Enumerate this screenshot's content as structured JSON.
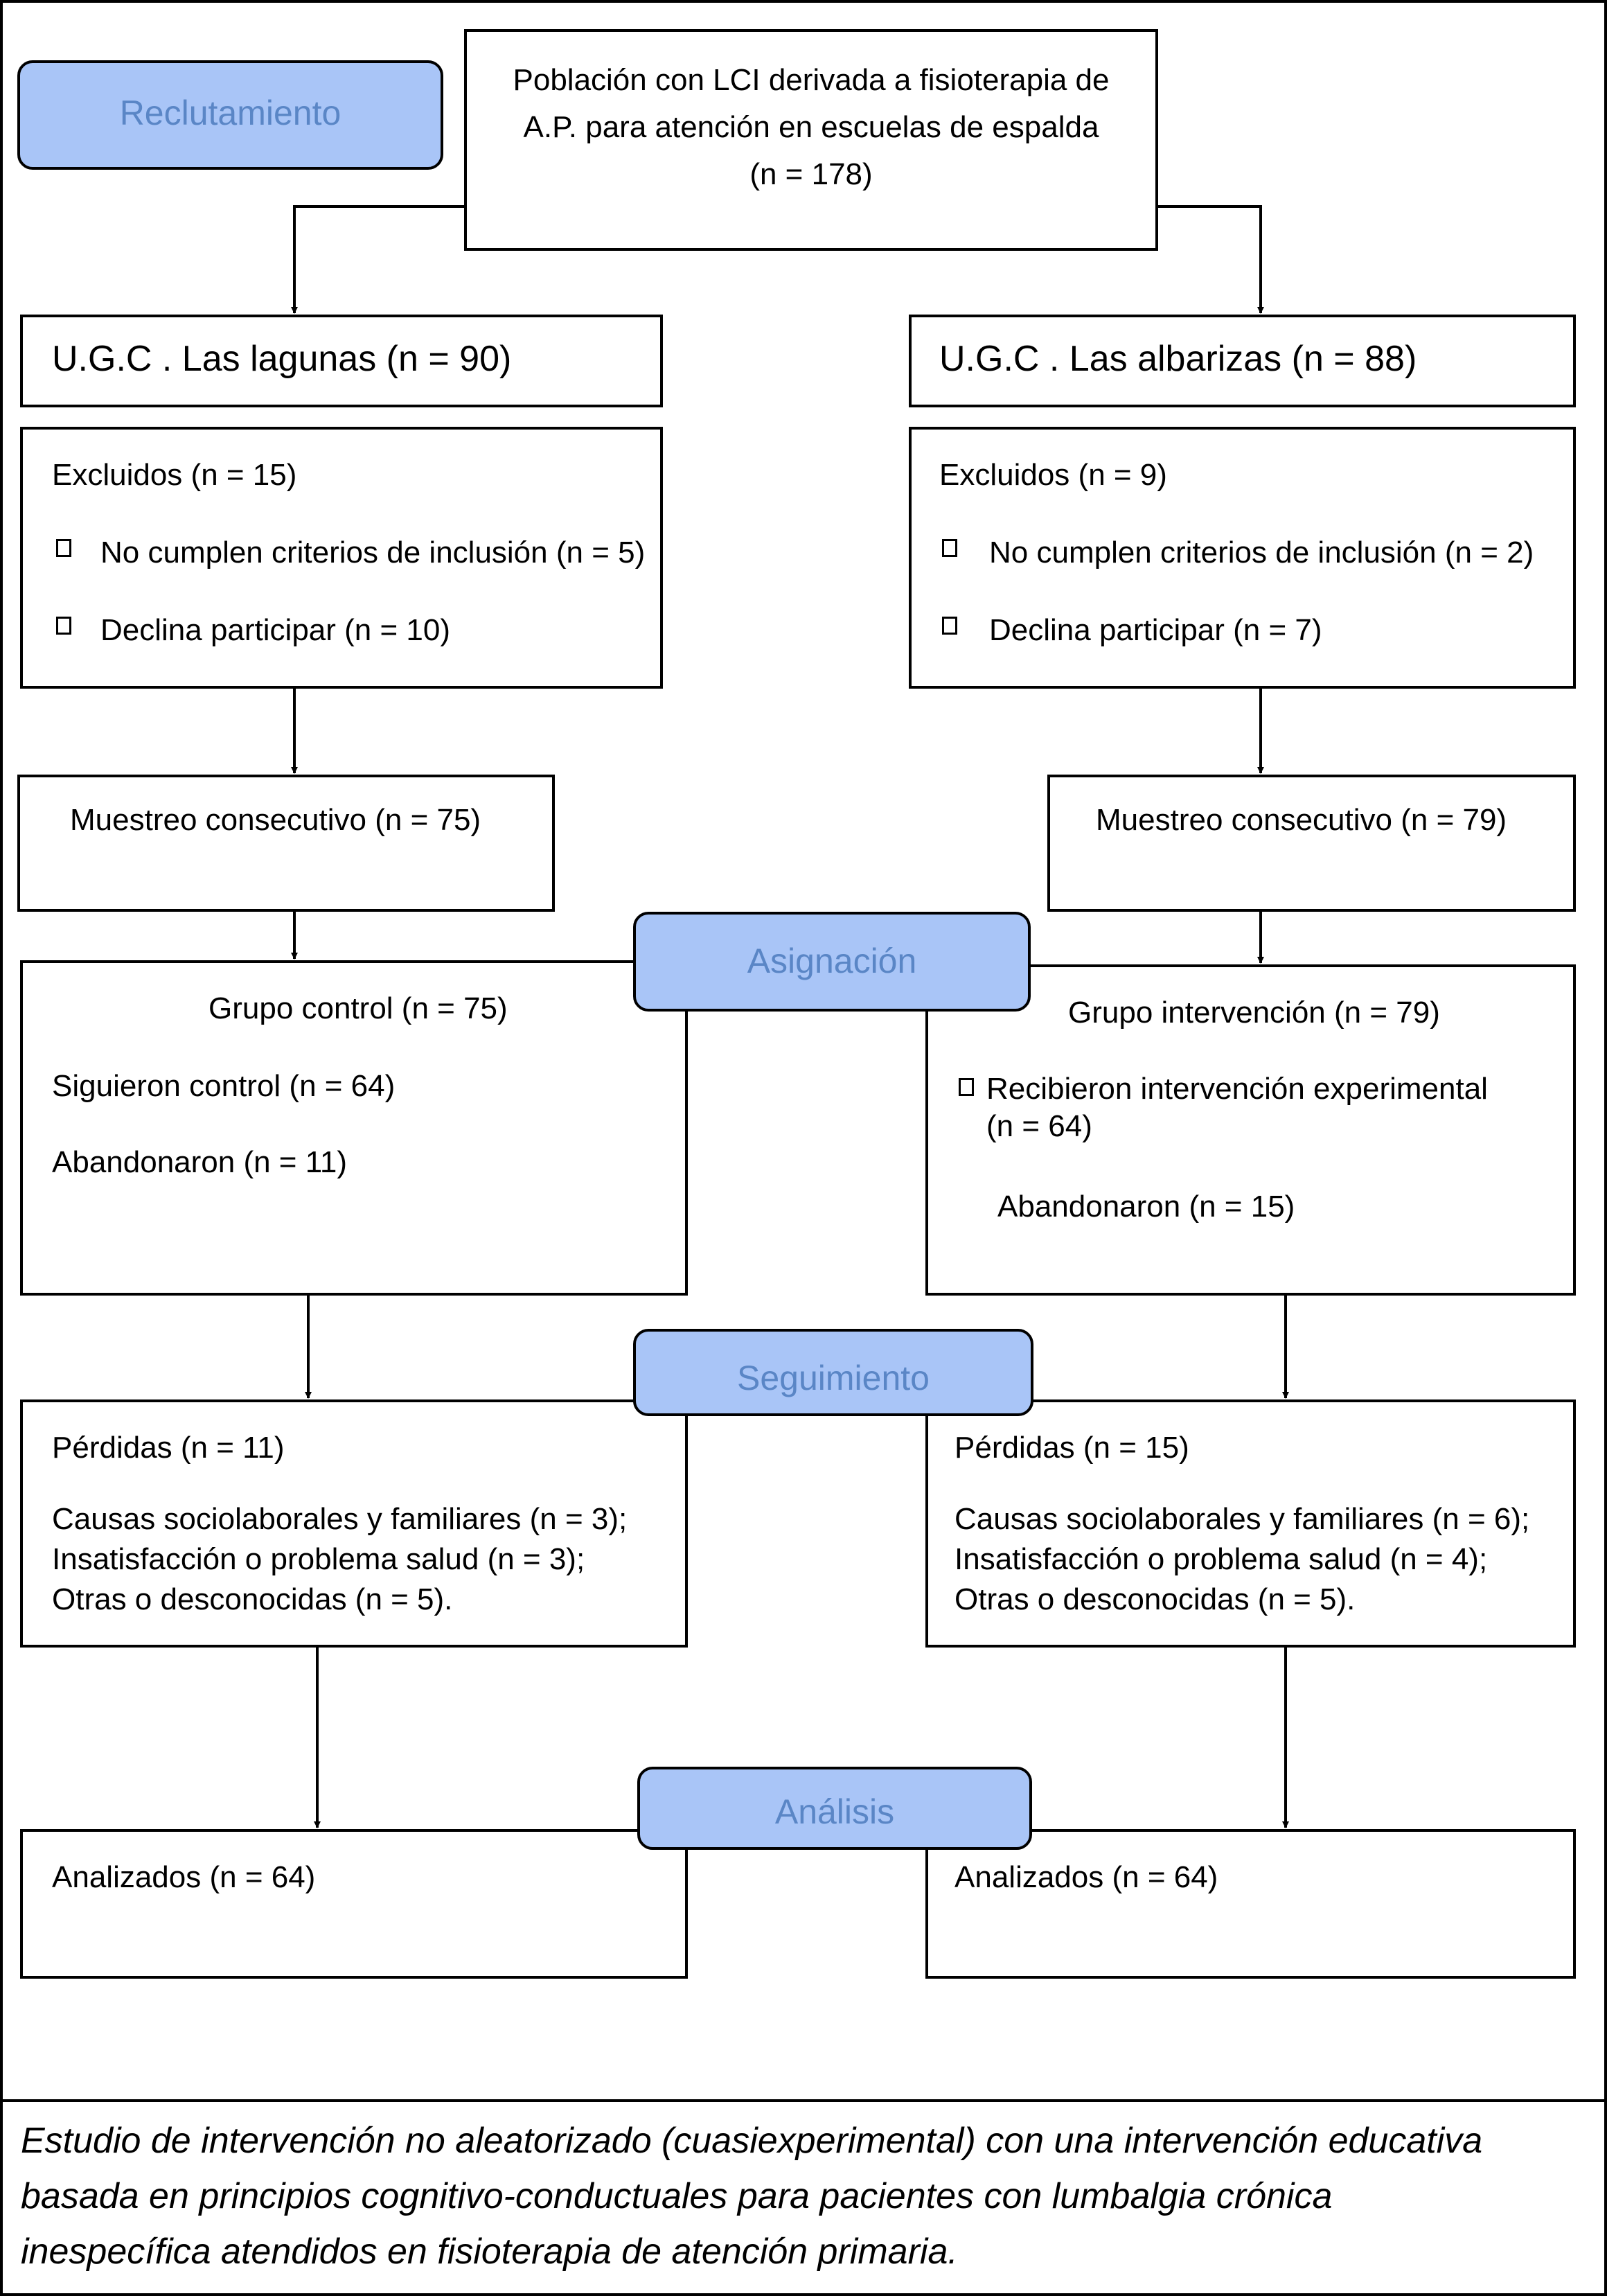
{
  "stages": {
    "recruitment": "Reclutamiento",
    "assignment": "Asignación",
    "followup": "Seguimiento",
    "analysis": "Análisis"
  },
  "population": "Población con LCI derivada a fisioterapia de\nA.P. para atención en escuelas de espalda\n(n = 178)",
  "left": {
    "ugc": "U.G.C . Las lagunas (n = 90)",
    "excluded_title": "Excluidos  (n = 15)",
    "excluded_items": [
      "No cumplen criterios de inclusión (n = 5)",
      "Declina participar (n = 10)"
    ],
    "sampling": "Muestreo consecutivo (n = 75)",
    "group_title": "Grupo control (n = 75)",
    "group_followed": "Siguieron control (n = 64)",
    "group_dropped": "Abandonaron (n = 11)",
    "losses_title": "Pérdidas (n = 11)",
    "losses_detail": "Causas sociolaborales y familiares (n = 3);\nInsatisfacción o problema salud (n = 3);\nOtras o desconocidas (n = 5).",
    "analyzed": "Analizados (n = 64)"
  },
  "right": {
    "ugc": "U.G.C . Las albarizas (n = 88)",
    "excluded_title": "Excluidos  (n = 9)",
    "excluded_items": [
      "No cumplen criterios de inclusión (n = 2)",
      "Declina participar (n = 7)"
    ],
    "sampling": "Muestreo consecutivo (n = 79)",
    "group_title": "Grupo intervención (n = 79)",
    "group_received": "Recibieron intervención experimental",
    "group_received_n": "(n = 64)",
    "group_dropped": "Abandonaron (n = 15)",
    "losses_title": "Pérdidas  (n = 15)",
    "losses_detail": "Causas sociolaborales y familiares (n = 6);\nInsatisfacción o problema salud (n = 4);\nOtras o desconocidas (n = 5).",
    "analyzed": "Analizados (n = 64)"
  },
  "caption": "Estudio de intervención no aleatorizado (cuasiexperimental) con una intervención educativa\nbasada en principios cognitivo-conductuales para pacientes con lumbalgia crónica\ninespecífica atendidos en fisioterapia de atención primaria."
}
